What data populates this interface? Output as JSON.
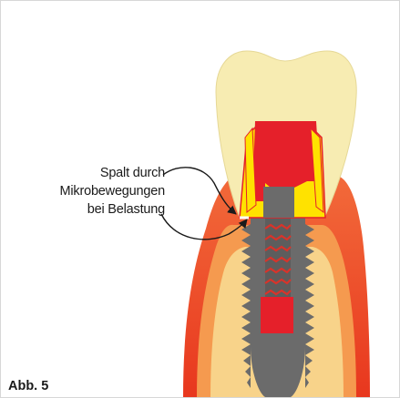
{
  "figure": {
    "caption": "Abb. 5",
    "label_lines": [
      "Spalt durch",
      "Mikrobewegungen",
      "bei Belastung"
    ]
  },
  "colors": {
    "crown": "#f7ecb2",
    "gum_outer": "#e8371e",
    "gum_inner": "#f59a4f",
    "bone": "#f8d38a",
    "implant": "#6b6b6b",
    "thread": "#d9332a",
    "abutment_red": "#e5202a",
    "abutment_yellow": "#ffe200"
  }
}
